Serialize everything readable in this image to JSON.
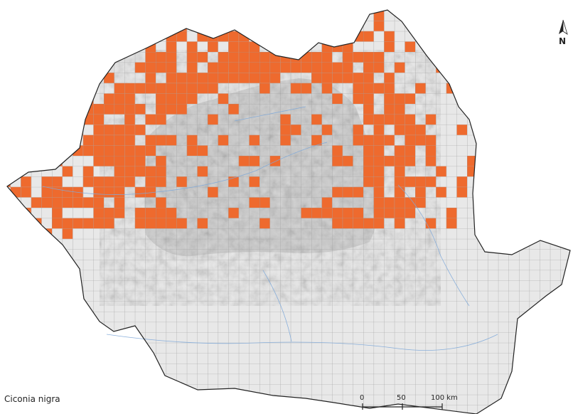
{
  "map": {
    "species_label": "Ciconia nigra",
    "north_label": "N",
    "scale_labels": [
      "0",
      "50",
      "100 km"
    ],
    "colors": {
      "presence": "#ee6a2e",
      "grid_line": "#9a9a9a",
      "land": "#e8e8e8",
      "relief": "#7a7a7a",
      "border": "#222222",
      "rivers": "#7fa9d9"
    },
    "presence_cell_count": 480,
    "presence_shown_as": "orange grid cells (presence squares)"
  }
}
